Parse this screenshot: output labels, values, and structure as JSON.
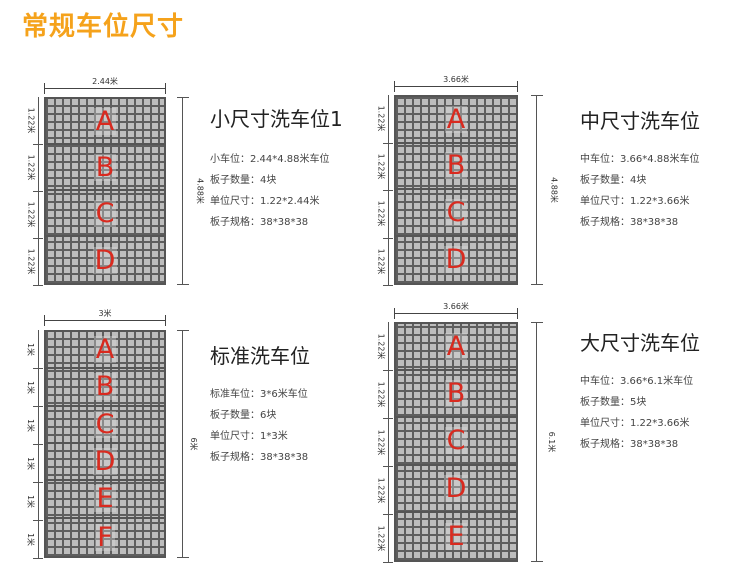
{
  "page": {
    "title": "常规车位尺寸"
  },
  "accent_color": "#f5a21b",
  "letter_color": "#d92a1f",
  "panels": [
    {
      "name": "small",
      "title": "小尺寸洗车位1",
      "top_dim": "2.44米",
      "side_dim": "4.88米",
      "board_dims": [
        "1.22米",
        "1.22米",
        "1.22米",
        "1.22米"
      ],
      "boards": [
        "A",
        "B",
        "C",
        "D"
      ],
      "specs": [
        "小车位：2.44*4.88米车位",
        "板子数量：4块",
        "单位尺寸：1.22*2.44米",
        "板子规格：38*38*38"
      ]
    },
    {
      "name": "medium",
      "title": "中尺寸洗车位",
      "top_dim": "3.66米",
      "side_dim": "4.88米",
      "board_dims": [
        "1.22米",
        "1.22米",
        "1.22米",
        "1.22米"
      ],
      "boards": [
        "A",
        "B",
        "C",
        "D"
      ],
      "specs": [
        "中车位：3.66*4.88米车位",
        "板子数量：4块",
        "单位尺寸：1.22*3.66米",
        "板子规格：38*38*38"
      ]
    },
    {
      "name": "standard",
      "title": "标准洗车位",
      "top_dim": "3米",
      "side_dim": "6米",
      "board_dims": [
        "1米",
        "1米",
        "1米",
        "1米",
        "1米",
        "1米"
      ],
      "boards": [
        "A",
        "B",
        "C",
        "D",
        "E",
        "F"
      ],
      "specs": [
        "标准车位：3*6米车位",
        "板子数量：6块",
        "单位尺寸：1*3米",
        "板子规格：38*38*38"
      ]
    },
    {
      "name": "large",
      "title": "大尺寸洗车位",
      "top_dim": "3.66米",
      "side_dim": "6.1米",
      "board_dims": [
        "1.22米",
        "1.22米",
        "1.22米",
        "1.22米",
        "1.22米"
      ],
      "boards": [
        "A",
        "B",
        "C",
        "D",
        "E"
      ],
      "specs": [
        "中车位：3.66*6.1米车位",
        "板子数量：5块",
        "单位尺寸：1.22*3.66米",
        "板子规格：38*38*38"
      ]
    }
  ]
}
